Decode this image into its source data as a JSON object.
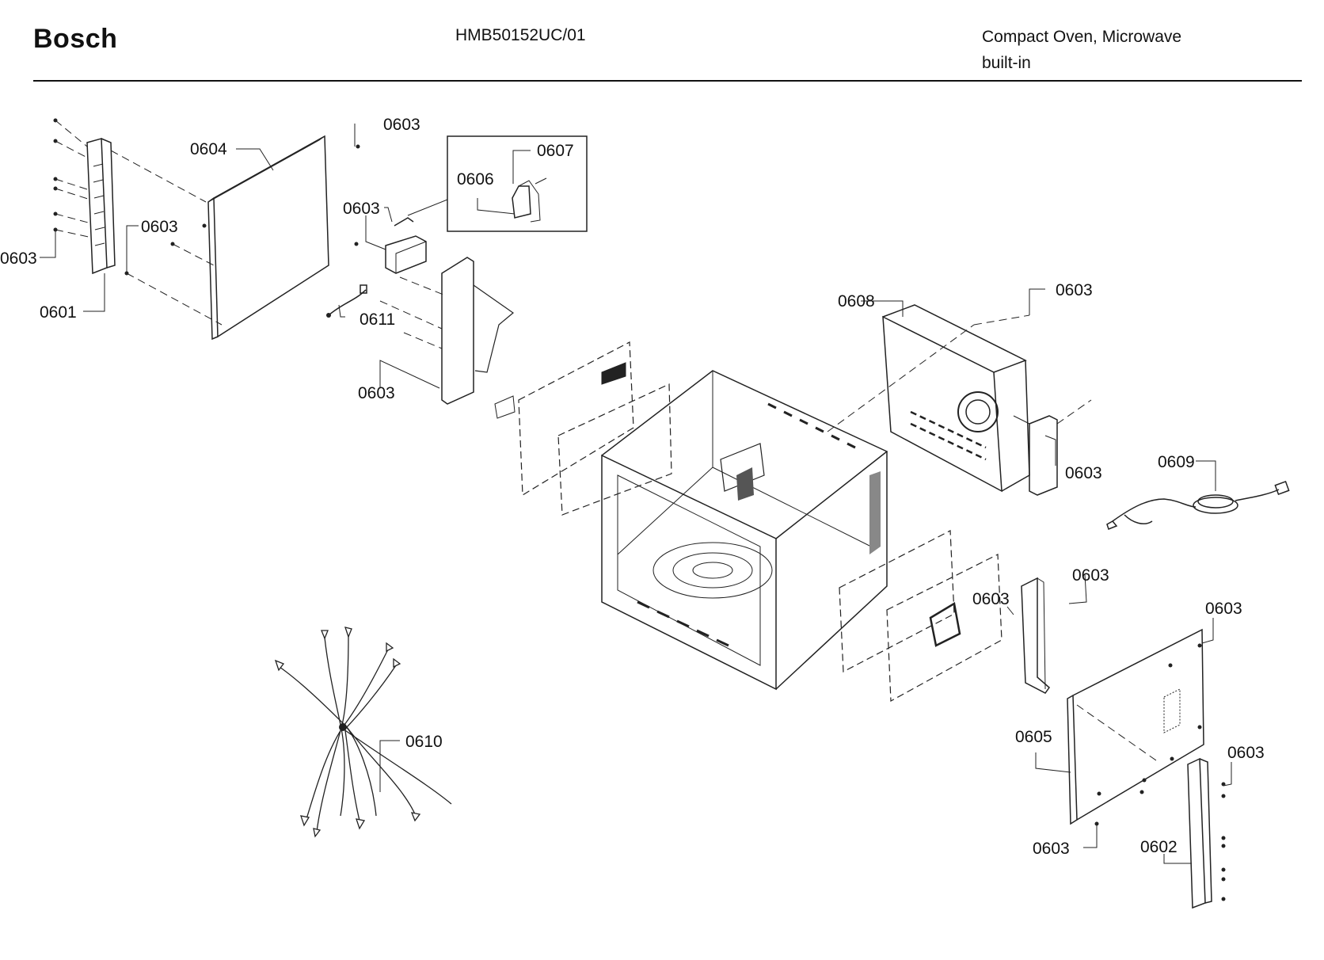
{
  "header": {
    "brand": "Bosch",
    "model": "HMB50152UC/01",
    "description_line1": "Compact Oven, Microwave",
    "description_line2": "built-in"
  },
  "callouts": {
    "c0603_top": "0603",
    "c0604": "0604",
    "c0603_left_mid": "0603",
    "c0603_far_left": "0603",
    "c0601": "0601",
    "c0603_bracket": "0603",
    "c0606": "0606",
    "c0607": "0607",
    "c0611": "0611",
    "c0603_panel": "0603",
    "c0608": "0608",
    "c0603_back_top": "0603",
    "c0603_back_side": "0603",
    "c0609": "0609",
    "c0603_right_a": "0603",
    "c0603_right_b": "0603",
    "c0603_right_c": "0603",
    "c0605": "0605",
    "c0603_right_d": "0603",
    "c0602": "0602",
    "c0603_bottom": "0603",
    "c0610": "0610"
  }
}
